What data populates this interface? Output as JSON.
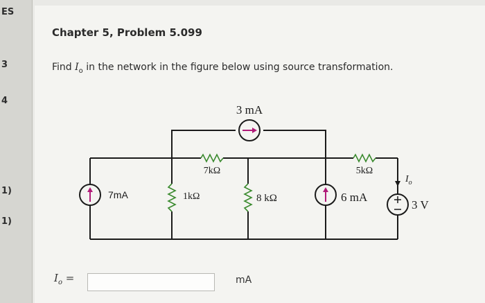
{
  "sidebar": {
    "fragments": [
      "ES",
      "3",
      "4",
      "1)",
      "1)"
    ]
  },
  "problem": {
    "title": "Chapter 5, Problem 5.099",
    "prompt_before": "Find ",
    "prompt_var": "I",
    "prompt_sub": "o",
    "prompt_after": " in the network in the figure below using source transformation."
  },
  "circuit": {
    "top_source": "3 mA",
    "r7": "7kΩ",
    "r5": "5kΩ",
    "src7": "7mA",
    "r1": "1kΩ",
    "r8": "8 kΩ",
    "src6": "6 mA",
    "vsrc": "3 V",
    "io_label": "I",
    "io_sub": "o"
  },
  "answer": {
    "label": "I",
    "label_sub": "o",
    "equals": " =",
    "value": "",
    "unit": "mA"
  },
  "colors": {
    "wire": "#1a1a1a",
    "resistor": "#3a8a2e",
    "source_arrow": "#b01a78"
  }
}
